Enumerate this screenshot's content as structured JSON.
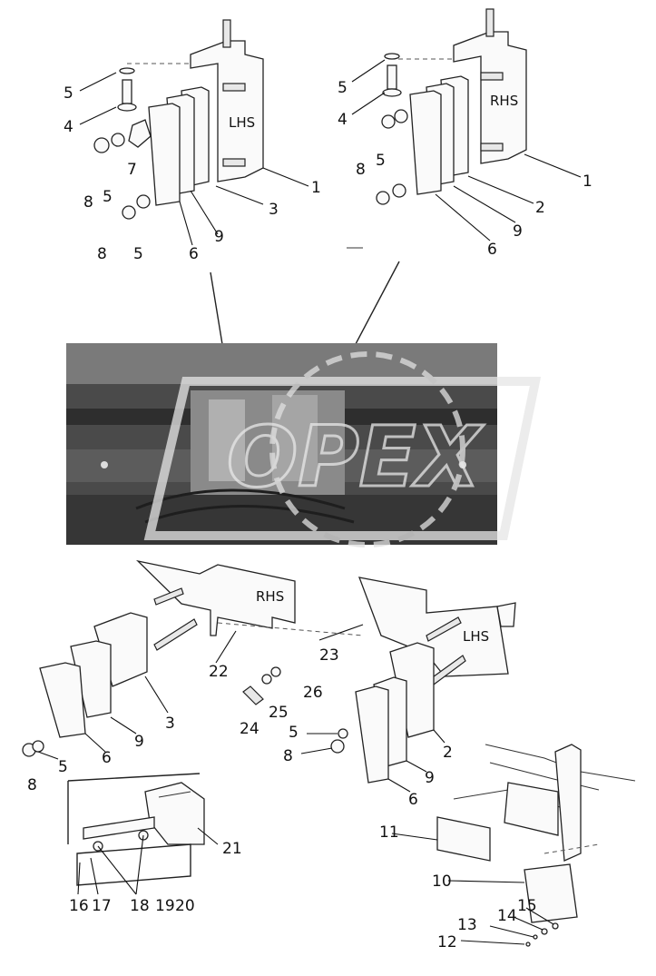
{
  "side_labels": {
    "top_left": "LHS",
    "top_right": "RHS",
    "mid_left": "RHS",
    "mid_right": "LHS"
  },
  "watermark": "OPEX",
  "callouts": {
    "tl_5": "5",
    "tl_4": "4",
    "tl_7": "7",
    "tl_8a": "8",
    "tl_5a": "5",
    "tl_8b": "8",
    "tl_5b": "5",
    "tl_6": "6",
    "tl_9": "9",
    "tl_3": "3",
    "tl_1": "1",
    "tr_5": "5",
    "tr_4": "4",
    "tr_8": "8",
    "tr_5a": "5",
    "tr_6": "6",
    "tr_9": "9",
    "tr_2": "2",
    "tr_1": "1",
    "ml_22": "22",
    "ml_23": "23",
    "ml_3": "3",
    "ml_9": "9",
    "ml_6": "6",
    "ml_5": "5",
    "ml_8": "8",
    "mc_24": "24",
    "mc_25": "25",
    "mc_26": "26",
    "mr_5": "5",
    "mr_8": "8",
    "mr_6": "6",
    "mr_9": "9",
    "mr_2": "2",
    "bl_21": "21",
    "bl_16": "16",
    "bl_17": "17",
    "bl_18": "18",
    "bl_19": "19",
    "bl_20": "20",
    "br_11": "11",
    "br_10": "10",
    "br_15": "15",
    "br_14": "14",
    "br_13": "13",
    "br_12": "12"
  },
  "colors": {
    "ink": "#222222",
    "photo_dark": "#3a3a3a",
    "photo_mid": "#6a6a6a",
    "watermark": "#d9d9d9"
  }
}
